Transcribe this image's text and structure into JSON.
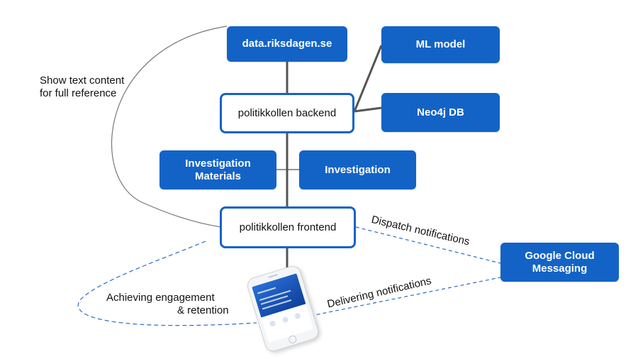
{
  "nodes": {
    "data_source": "data.riksdagen.se",
    "ml_model": "ML model",
    "backend": "politikkollen backend",
    "neo4j": "Neo4j DB",
    "investigation_materials_line1": "Investigation",
    "investigation_materials_line2": "Materials",
    "investigation": "Investigation",
    "frontend": "politikkollen frontend",
    "gcm_line1": "Google Cloud",
    "gcm_line2": "Messaging"
  },
  "labels": {
    "show_text_line1": "Show text content",
    "show_text_line2": "for full reference",
    "dispatch": "Dispatch notifications",
    "delivering": "Delivering notifications",
    "engagement_line1": "Achieving engagement",
    "engagement_line2": "& retention"
  },
  "colors": {
    "box_fill": "#1363c6",
    "connector": "#555555",
    "dashed": "#2b6cc4"
  },
  "icons": {
    "phone": "smartphone-icon"
  }
}
